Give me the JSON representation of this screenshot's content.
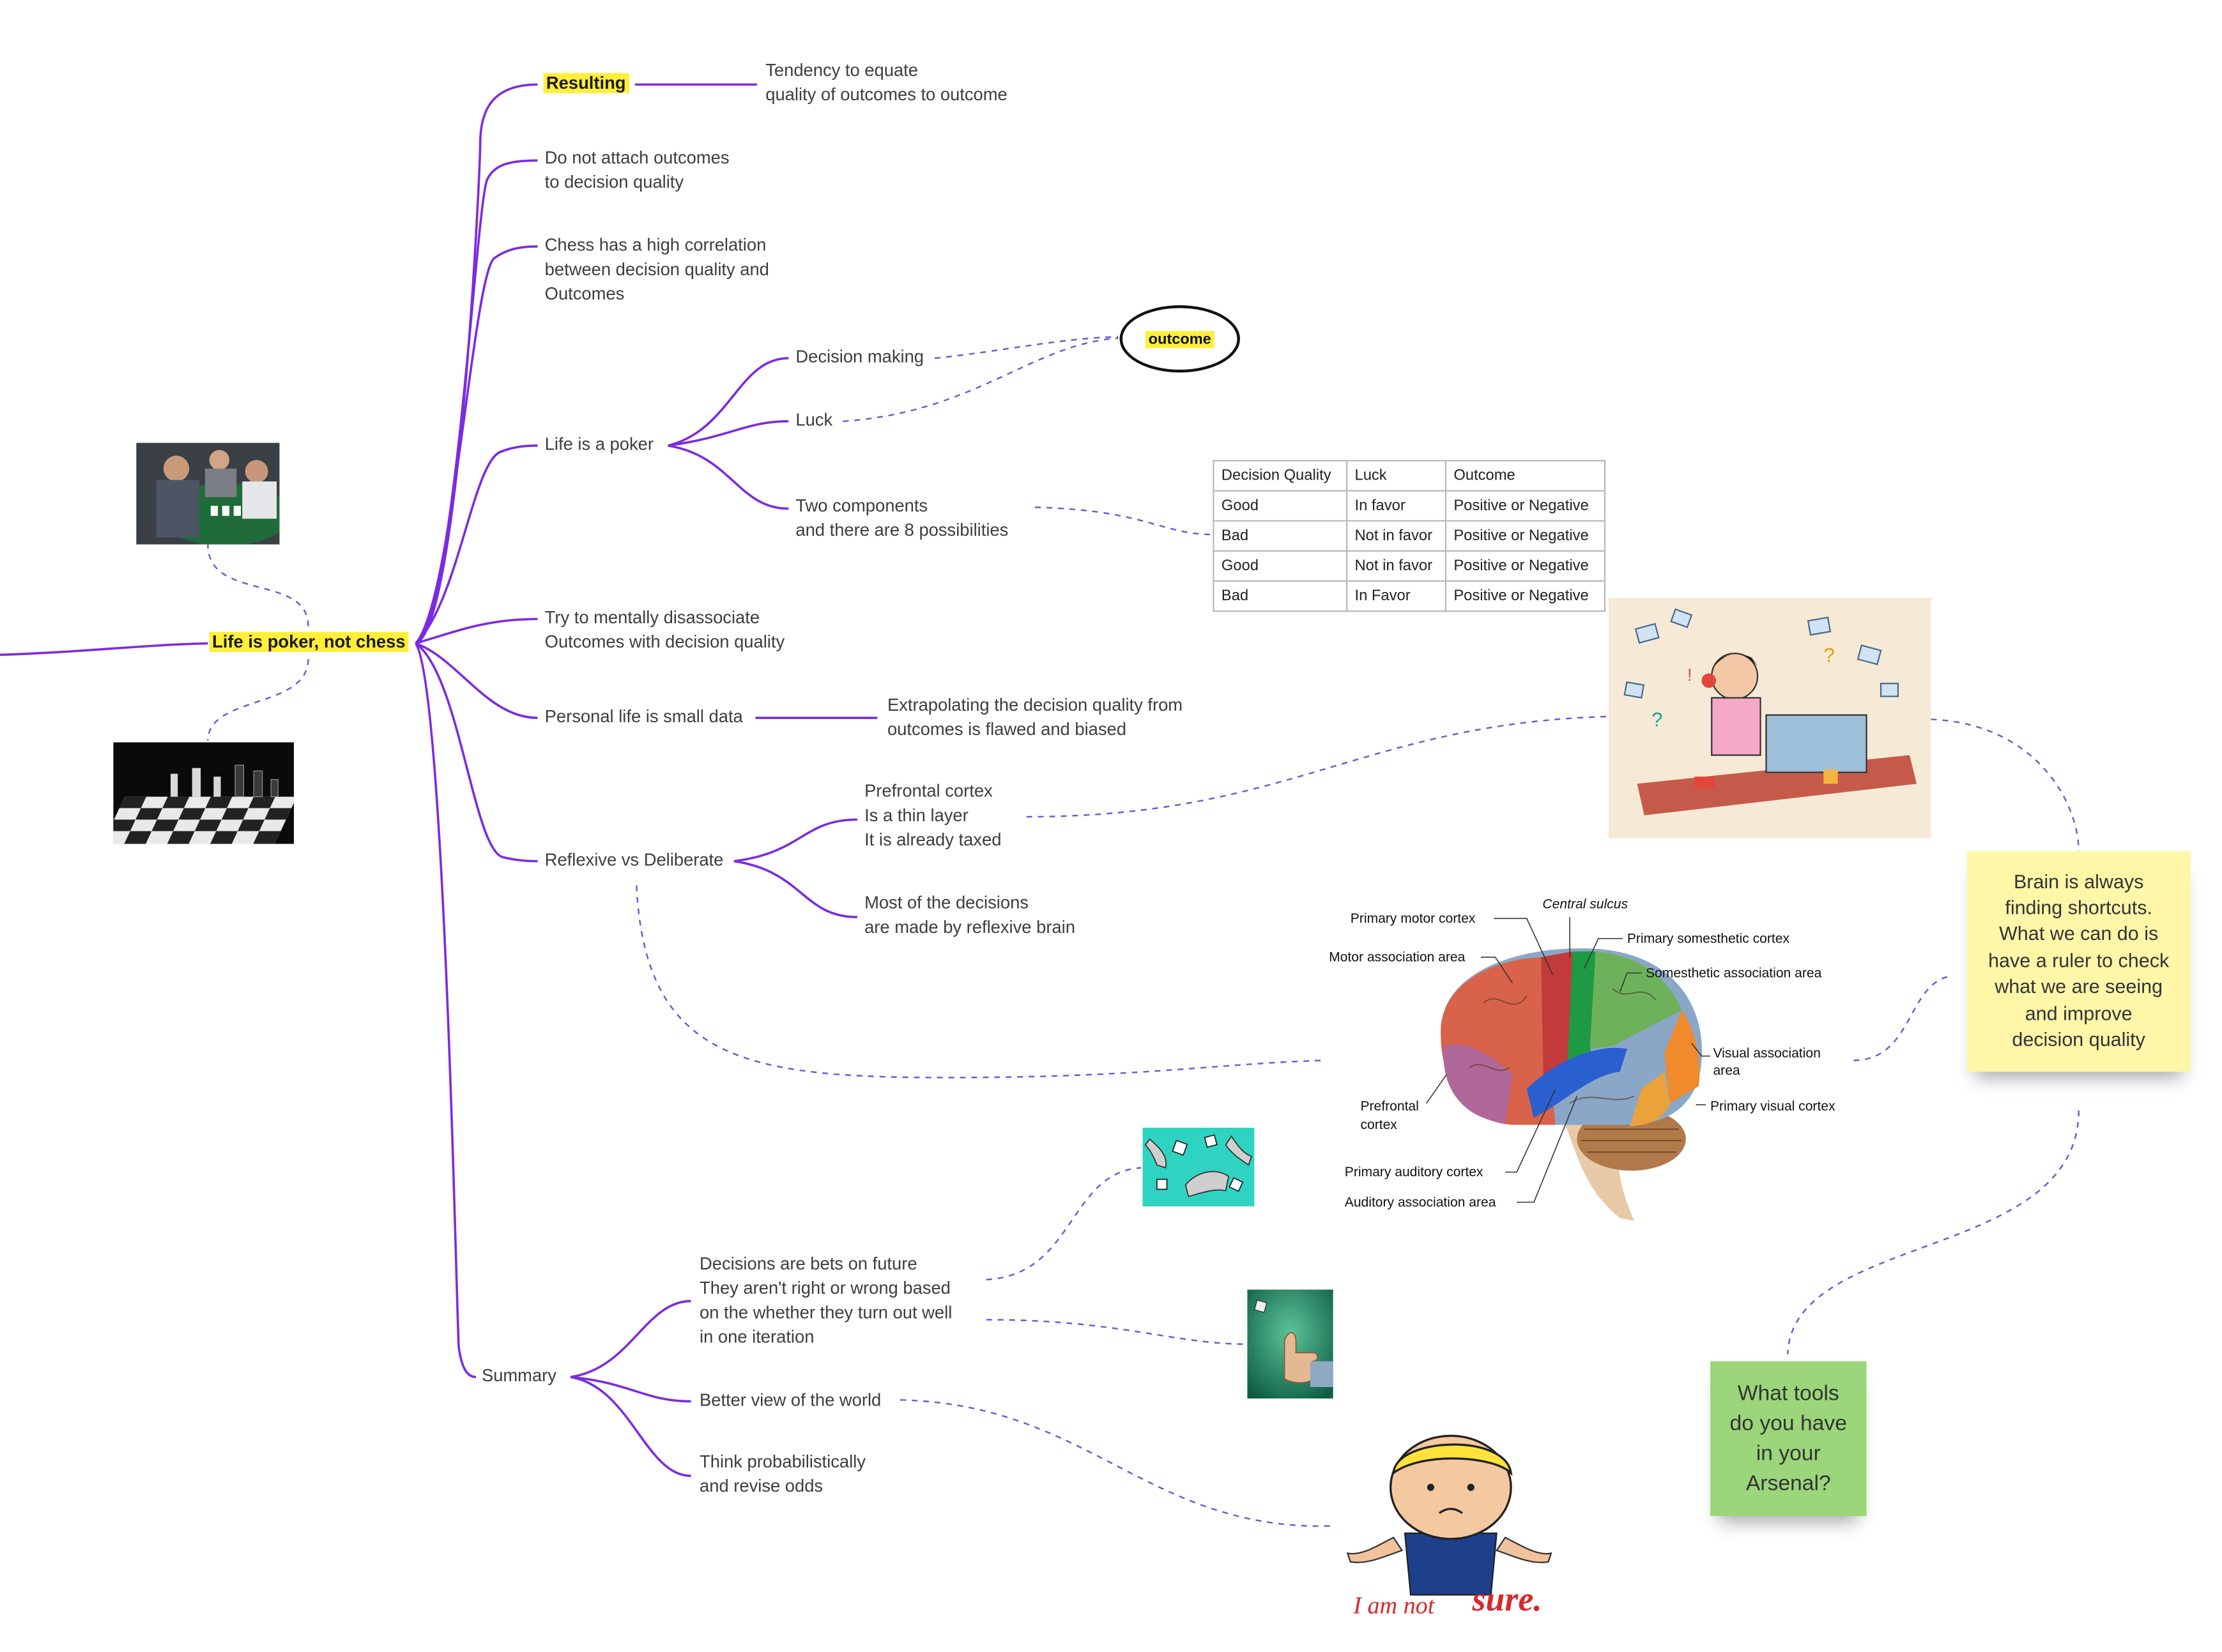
{
  "colors": {
    "branch": "#7b2be2",
    "dashed": "#6a5bd0",
    "highlight": "#ffef3b",
    "sticky_yellow": "#fff7a8",
    "sticky_green": "#9bd67a"
  },
  "root": {
    "label": "Life is poker, not chess"
  },
  "branches": {
    "resulting": {
      "label": "Resulting",
      "detail": "Tendency to equate\nquality of outcomes to outcome"
    },
    "attach": {
      "label": "Do not attach outcomes\nto decision quality"
    },
    "chess": {
      "label": "Chess has a high correlation\nbetween decision quality and\nOutcomes"
    },
    "poker": {
      "label": "Life is a poker",
      "decision_making": "Decision making",
      "luck": "Luck",
      "two_components": "Two components\nand there are 8 possibilities",
      "outcome_bubble": "outcome"
    },
    "disassociate": {
      "label": "Try to mentally disassociate\nOutcomes with decision quality"
    },
    "small_data": {
      "label": "Personal life is small data",
      "detail": "Extrapolating the decision quality from\noutcomes is flawed and biased"
    },
    "reflexive": {
      "label": "Reflexive vs Deliberate",
      "prefrontal": "Prefrontal cortex\nIs a thin layer\nIt is already taxed",
      "most": "Most of the decisions\nare made by reflexive brain"
    },
    "summary": {
      "label": "Summary",
      "bets": "Decisions are bets on future\nThey aren't right or wrong based\non the whether they turn out well\nin one iteration",
      "better_view": "Better view of the world",
      "probabilistic": "Think probabilistically\nand revise odds"
    }
  },
  "matrix": {
    "headers": [
      "Decision Quality",
      "Luck",
      "Outcome"
    ],
    "rows": [
      [
        "Good",
        "In favor",
        "Positive or Negative"
      ],
      [
        "Bad",
        "Not in favor",
        "Positive or Negative"
      ],
      [
        "Good",
        "Not in favor",
        "Positive or Negative"
      ],
      [
        "Bad",
        "In Favor",
        "Positive or Negative"
      ]
    ]
  },
  "brain_labels": {
    "central_sulcus": "Central sulcus",
    "primary_motor": "Primary motor cortex",
    "motor_assoc": "Motor association area",
    "primary_somesthetic": "Primary somesthetic cortex",
    "somesthetic_assoc": "Somesthetic association area",
    "visual_assoc_1": "Visual association",
    "visual_assoc_2": "area",
    "primary_visual": "Primary visual cortex",
    "prefrontal_1": "Prefrontal",
    "prefrontal_2": "cortex",
    "primary_auditory": "Primary auditory cortex",
    "auditory_assoc": "Auditory association area"
  },
  "sticky_notes": {
    "brain": "Brain is always\nfinding shortcuts.\nWhat we can do is\nhave a ruler to check\nwhat we are seeing\nand improve\ndecision quality",
    "tools": "What tools\ndo you have\nin your\nArsenal?"
  },
  "cartoon": {
    "caption_1": "I am not",
    "caption_2": "sure."
  },
  "icons": [
    "poker-table-photo",
    "chess-board-photo",
    "busy-office-illustration",
    "brain-diagram",
    "dice-hands-photo",
    "thumbs-up-photo",
    "unsure-boy-cartoon"
  ]
}
